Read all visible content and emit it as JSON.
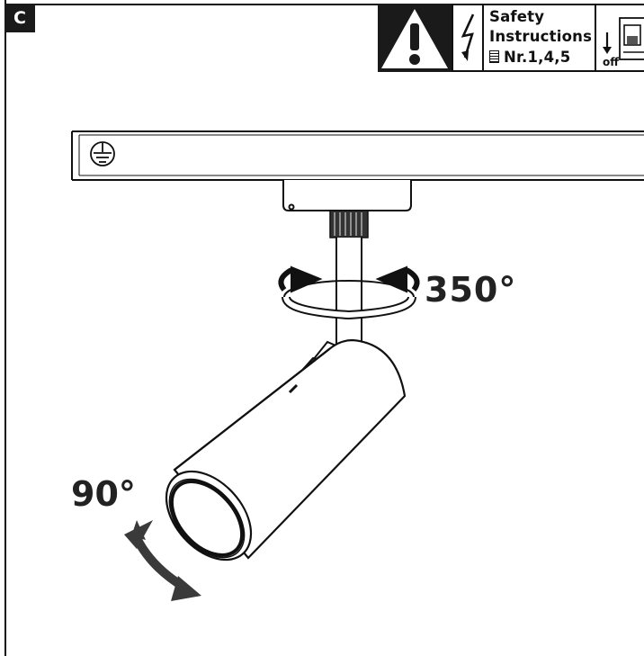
{
  "section": {
    "letter": "C"
  },
  "safety_panel": {
    "line1": "Safety",
    "line2": "Instructions",
    "line3": "Nr.1,4,5",
    "switch_label": "off",
    "icons": [
      "warning-triangle-icon",
      "lightning-icon",
      "document-icon",
      "arrow-down-icon",
      "breaker-switch-icon"
    ]
  },
  "rotation": {
    "horizontal": "350°",
    "tilt": "90°"
  },
  "colors": {
    "ink": "#111111",
    "arrow_gray": "#3a3a3a",
    "badge_bg": "#1a1a1a"
  }
}
